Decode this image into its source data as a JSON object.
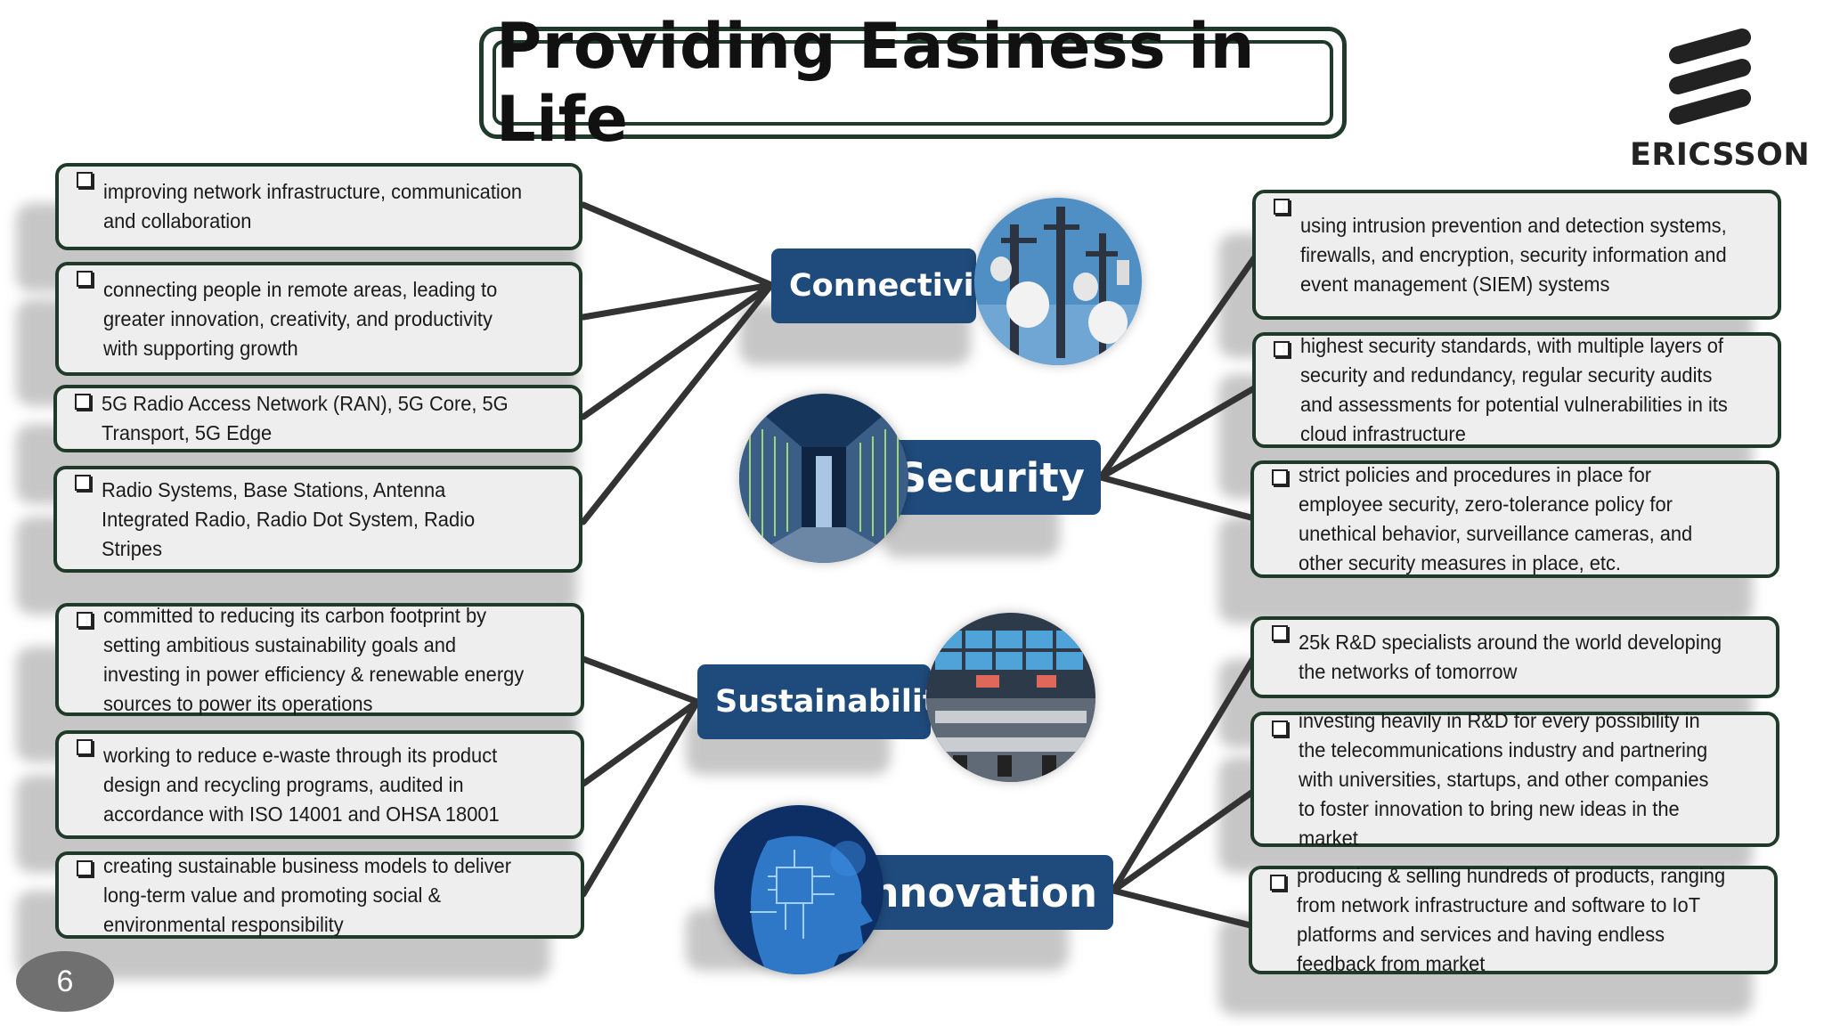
{
  "title": "Providing Easiness in Life",
  "brand": {
    "name": "ERICSSON",
    "color": "#1f3a28"
  },
  "colors": {
    "accent": "#1f4b7c",
    "border": "#1f3a28",
    "box_fill": "#eeeeee",
    "line": "#333333"
  },
  "pillars": [
    {
      "name": "Connectivity",
      "icon": "antenna-tower-image",
      "points": [
        "improving network infrastructure, communication and collaboration",
        "connecting people in remote areas, leading to greater innovation, creativity, and productivity with supporting growth",
        "5G Radio Access Network (RAN), 5G Core, 5G Transport, 5G Edge",
        "Radio Systems, Base Stations, Antenna Integrated Radio, Radio Dot System, Radio Stripes"
      ]
    },
    {
      "name": "Security",
      "icon": "data-center-image",
      "points": [
        "using intrusion prevention and detection systems, firewalls, and encryption, security information and event management (SIEM) systems",
        "highest security standards, with multiple layers of security and redundancy, regular security audits and assessments for potential vulnerabilities in its cloud infrastructure",
        "strict policies and procedures in place for employee security, zero-tolerance policy for unethical behavior, surveillance cameras, and other security measures in place, etc."
      ]
    },
    {
      "name": "Sustainability",
      "icon": "control-room-image",
      "points": [
        "committed to reducing its carbon footprint by setting ambitious sustainability goals and investing in power efficiency & renewable energy sources to power its operations",
        "working to reduce e-waste through its product design and recycling programs, audited in accordance with ISO 14001 and OHSA 18001",
        "creating sustainable business models to deliver long-term value and promoting social & environmental responsibility"
      ]
    },
    {
      "name": "Innovation",
      "icon": "ai-head-image",
      "points": [
        "25k R&D specialists around the world developing the networks of tomorrow",
        "investing heavily in R&D for every possibility in the telecommunications industry and partnering with universities, startups, and other companies to foster innovation to bring new ideas in the market",
        "producing & selling hundreds of products, ranging from network infrastructure and software to IoT platforms and services and having endless feedback from market"
      ]
    }
  ],
  "page_number": "6"
}
